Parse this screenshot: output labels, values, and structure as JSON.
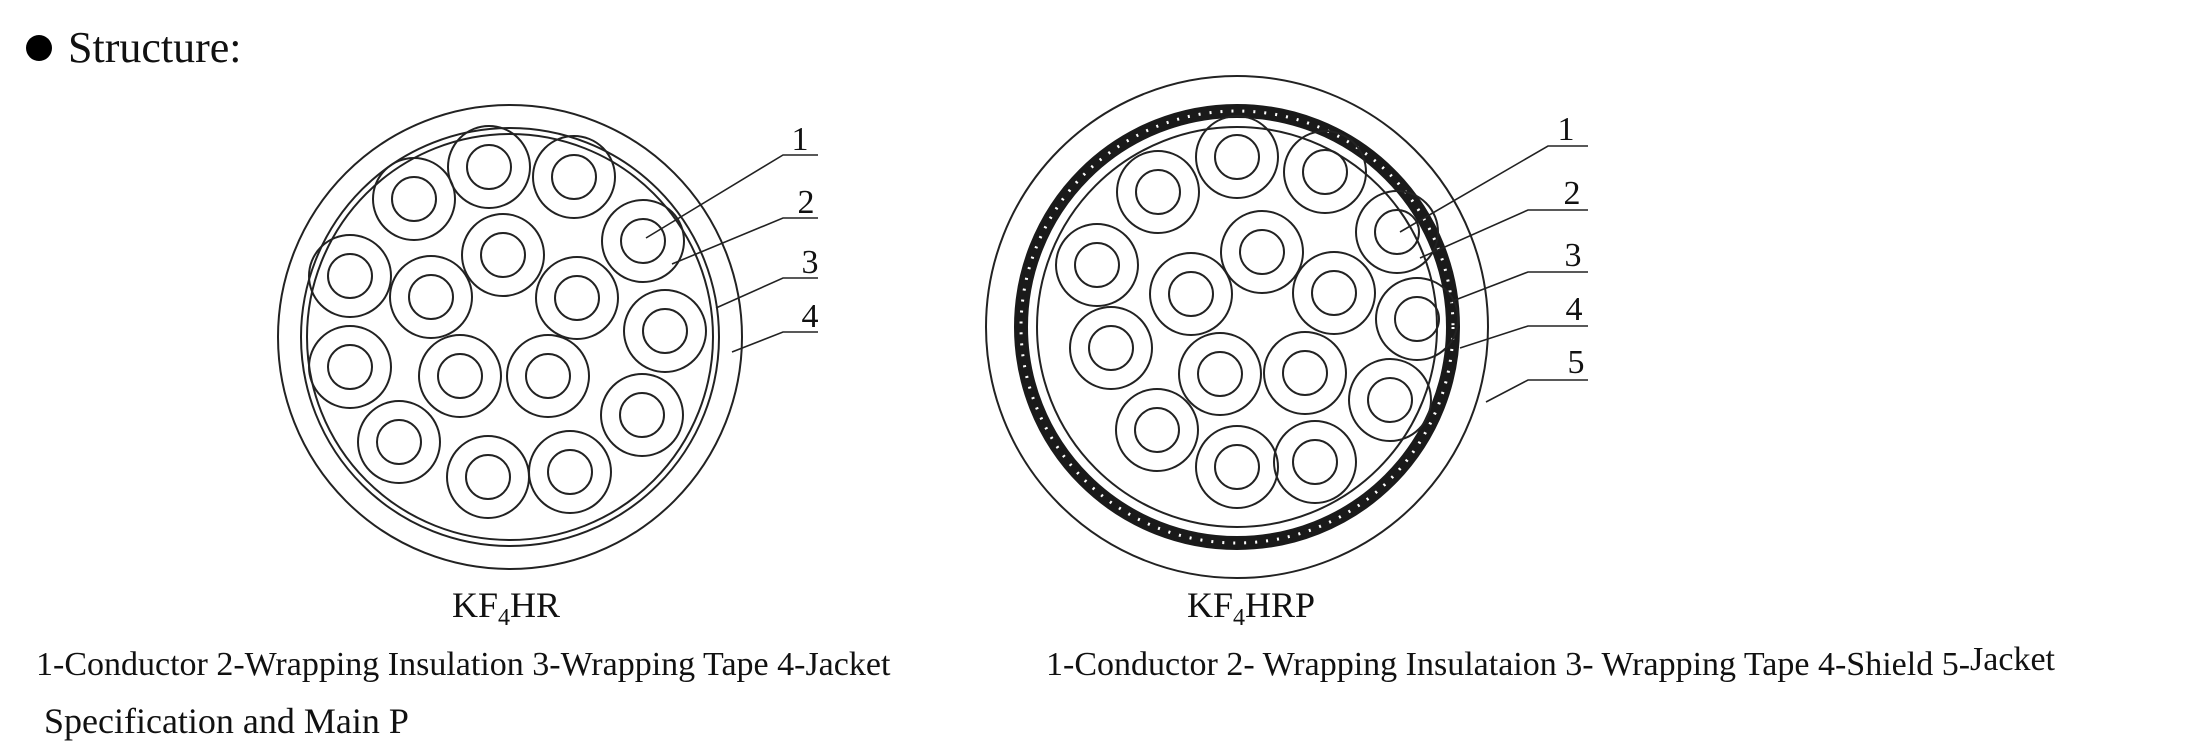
{
  "heading": "Structure:",
  "left": {
    "model_prefix": "KF",
    "model_sub": "4",
    "model_suffix": "HR",
    "caption": "1-Conductor 2-Wrapping Insulation 3-Wrapping Tape 4-Jacket",
    "callouts": [
      "1",
      "2",
      "3",
      "4"
    ]
  },
  "right": {
    "model_prefix": "KF",
    "model_sub": "4",
    "model_suffix": "HRP",
    "caption": "1-Conductor 2- Wrapping Insulataion 3- Wrapping Tape 4-Shield 5-",
    "caption_tail": "Jacket",
    "callouts": [
      "1",
      "2",
      "3",
      "4",
      "5"
    ]
  },
  "next_section_partial": "Specification and Main P"
}
